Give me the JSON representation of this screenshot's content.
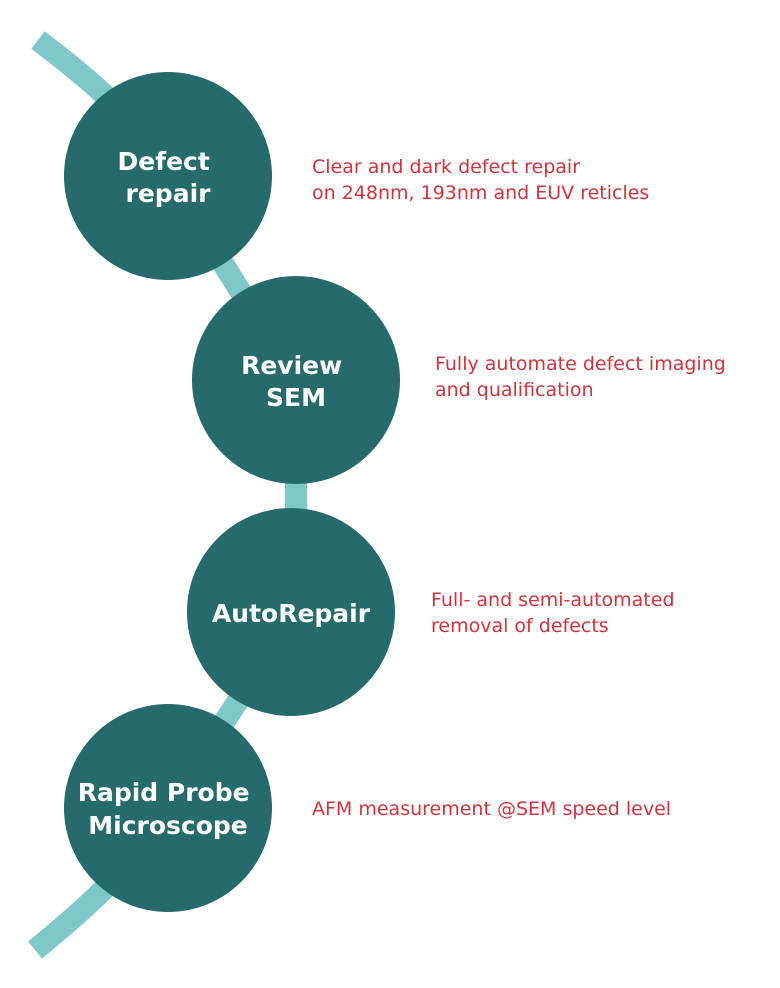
{
  "colors": {
    "background": "#ffffff",
    "connector": "#7ec8c9",
    "circle_fill": "#266b6b",
    "circle_text": "#ffffff",
    "description_text": "#d0343b"
  },
  "steps": [
    {
      "title_lines": [
        "Defect",
        "repair"
      ],
      "description_lines": [
        "Clear and dark defect repair",
        "on 248nm, 193nm and EUV reticles"
      ]
    },
    {
      "title_lines": [
        "Review",
        "SEM"
      ],
      "description_lines": [
        "Fully automate defect imaging",
        "and qualification"
      ]
    },
    {
      "title_lines": [
        "AutoRepair"
      ],
      "description_lines": [
        "Full- and semi-automated",
        "removal of defects"
      ]
    },
    {
      "title_lines": [
        "Rapid Probe",
        "Microscope"
      ],
      "description_lines": [
        "AFM measurement @SEM speed level"
      ]
    }
  ]
}
